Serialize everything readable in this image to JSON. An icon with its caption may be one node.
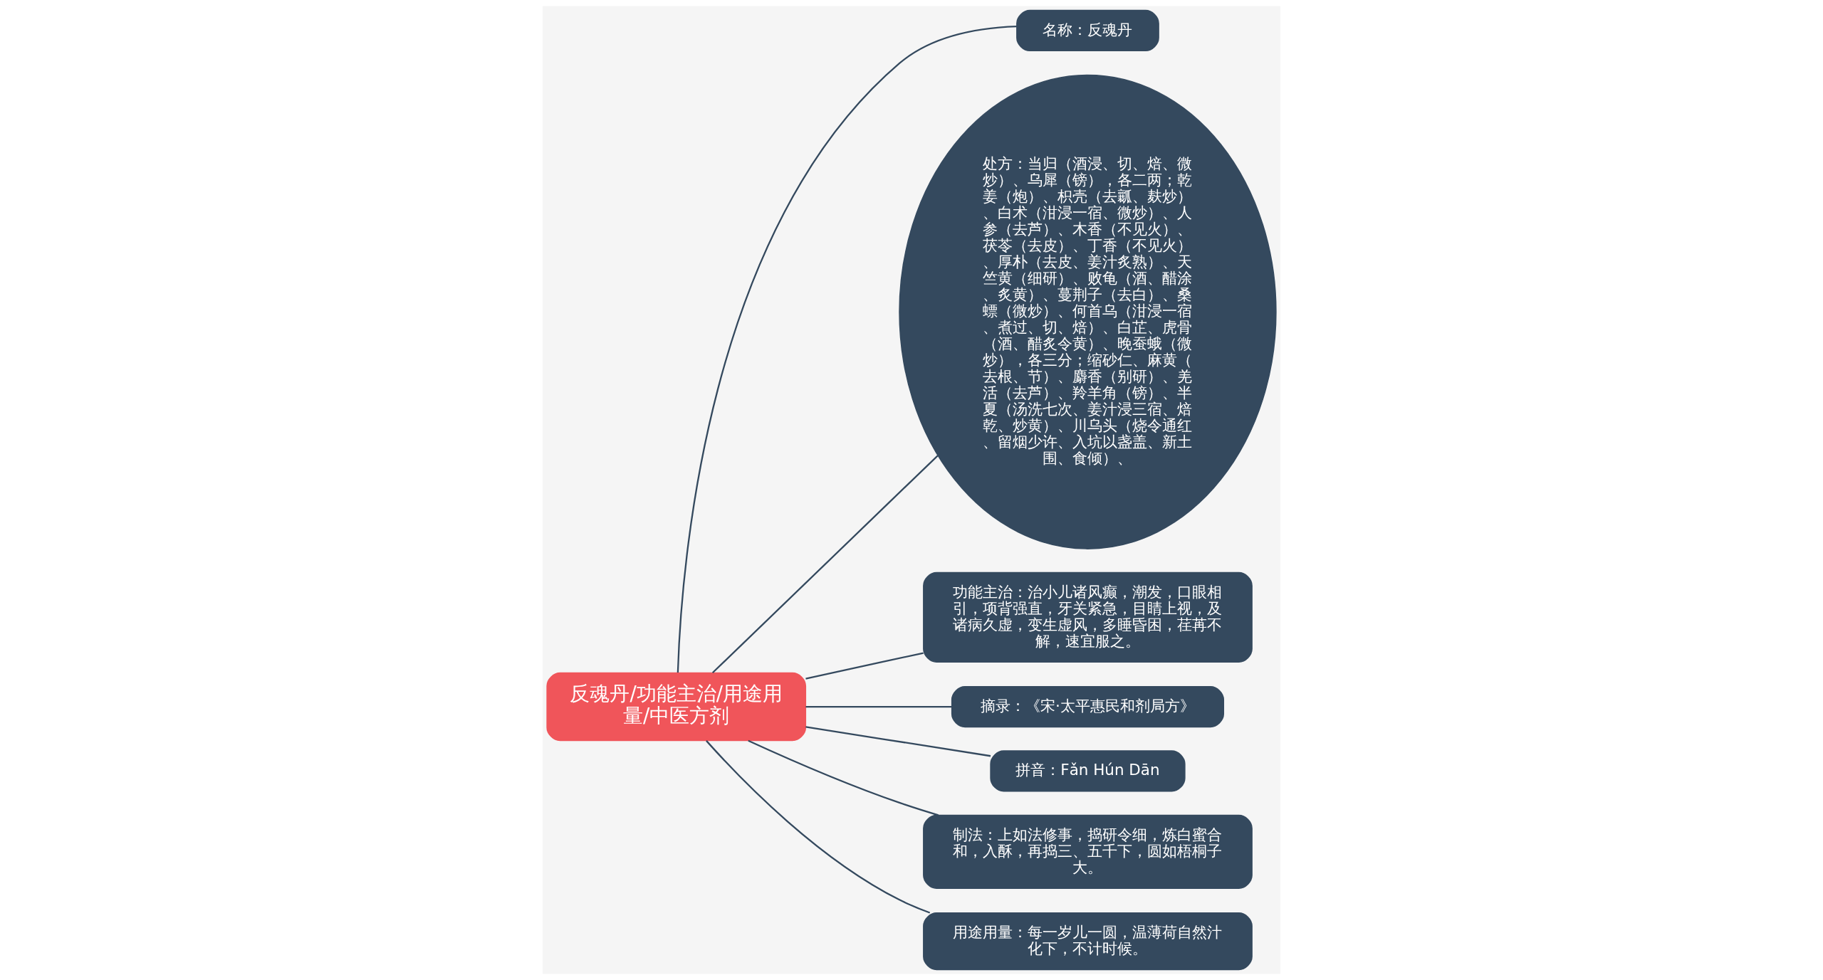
{
  "diagram": {
    "nodes": [
      {
        "text": [
          "反魂丹/功能主治/用途用量/中医方剂"
        ]
      },
      {
        "text": [
          "名称：反魂丹"
        ]
      },
      {
        "text": [
          "处方：当归（酒浸、切、焙、微炒）、乌犀（镑），各二两；乾姜（炮）、枳壳（去瓤、麸炒）、白术（泔浸一宿、微炒）、人参（去芦）、木香（不见火）、茯苓（去皮）、丁香（不见火）、厚朴（去皮、姜汁炙熟）、天竺黄（细研）、败龟（酒、醋涂、炙黄）、蔓荆子（去白）、桑螵（微炒）、何首乌（泔浸一宿、煮过、切、焙）、白芷、虎骨（酒、醋炙令黄）、晚蚕蛾（微炒），各三分；缩砂仁、麻黄（去根、节）、麝香（别研）、羌活（去芦）、羚羊角（镑）、半夏（汤洗七次、姜汁浸三宿、焙乾、炒黄）、川乌头（烧令通红、留烟少许、入坑以盏盖、新土围、食倾）、"
        ]
      },
      {
        "text": [
          "功能主治：治小儿诸风癫，潮发，口眼相引，项背强直，牙关紧急，目睛上视，及诸病久虚，变生虚风，多睡昏困，荏苒不解，速宜服之。"
        ]
      },
      {
        "text": [
          "摘录：《宋·太平惠民和剂局方》"
        ]
      },
      {
        "text": [
          "拼音：Fǎn Hún Dān"
        ]
      },
      {
        "text": [
          "制法：上如法修事，捣研令细，炼白蜜合和，入酥，再捣三、五千下，圆如梧桐子大。"
        ]
      },
      {
        "text": [
          "用途用量：每一岁儿一圆，温薄荷自然汁化下，不计时候。"
        ]
      }
    ],
    "edges": [
      {
        "from": 0,
        "to": 1,
        "arrow": "none"
      },
      {
        "from": 0,
        "to": 2,
        "arrow": "none"
      },
      {
        "from": 0,
        "to": 3,
        "arrow": "none"
      },
      {
        "from": 0,
        "to": 4,
        "arrow": "none"
      },
      {
        "from": 0,
        "to": 5,
        "arrow": "none"
      },
      {
        "from": 0,
        "to": 6,
        "arrow": "none"
      },
      {
        "from": 0,
        "to": 7,
        "arrow": "none"
      }
    ]
  }
}
